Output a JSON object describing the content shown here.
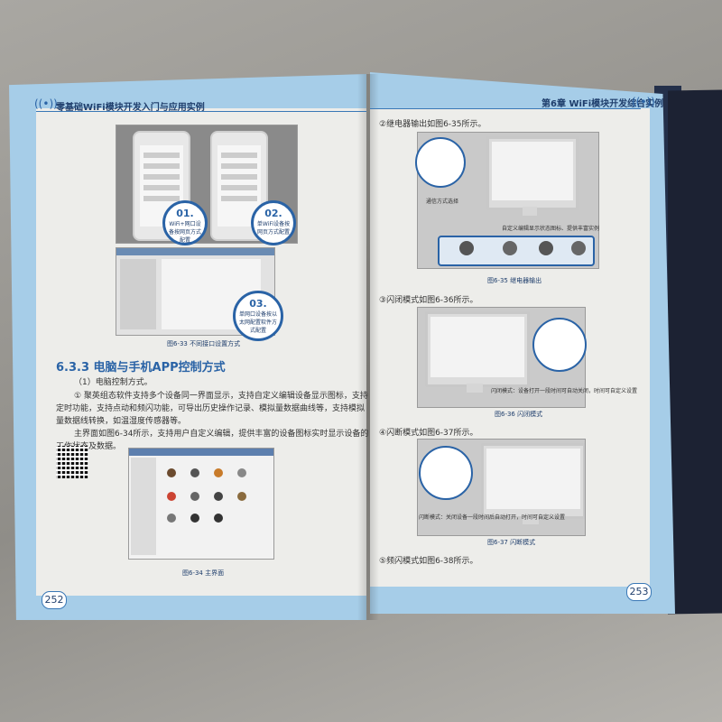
{
  "left_page": {
    "header": "零基础WiFi模块开发入门与应用实例",
    "page_number": "252",
    "figure_6_33": {
      "bubble1_num": "01.",
      "bubble1_text": "WiFi+网口设备按网页方式配置",
      "bubble2_num": "02.",
      "bubble2_text": "单WiFi设备按网页方式配置",
      "bubble3_num": "03.",
      "bubble3_text": "单网口设备按以太网配置软件方式配置",
      "caption": "图6-33 不同接口设置方式"
    },
    "section_title": "6.3.3 电脑与手机APP控制方式",
    "para1": "（1）电脑控制方式。",
    "para2_l1": "① 聚英组态软件支持多个设备同一界面显示，支持自定义编辑设备显示图标，支持",
    "para2_l2": "定时功能，支持点动和频闪功能，可导出历史操作记录、模拟量数据曲线等，支持模拟",
    "para2_l3": "量数据线转换，如温湿度传感器等。",
    "para3_l1": "主界面如图6-34所示，支持用户自定义编辑，提供丰富的设备图标实时显示设备的",
    "para3_l2": "工作状态及数据。",
    "figure_6_34_caption": "图6-34 主界面"
  },
  "right_page": {
    "header": "第6章 WiFi模块开发综合实例",
    "page_number": "253",
    "item2": "②继电器输出如图6-35所示。",
    "fig35_label1": "通信方式选择",
    "fig35_label2": "自定义编辑显示状态图标、提供丰富实例",
    "fig35_caption": "图6-35 继电器输出",
    "item3": "③闪闭模式如图6-36所示。",
    "fig36_label": "闪闭模式：设备打开一段时间可自动关闭，时间可自定义设置",
    "fig36_caption": "图6-36 闪闭模式",
    "item4": "④闪断模式如图6-37所示。",
    "fig37_label": "闪断模式：关闭设备一段时间后自动打开，时间可自定义设置",
    "fig37_caption": "图6-37 闪断模式",
    "item5": "⑤频闪模式如图6-38所示。"
  }
}
